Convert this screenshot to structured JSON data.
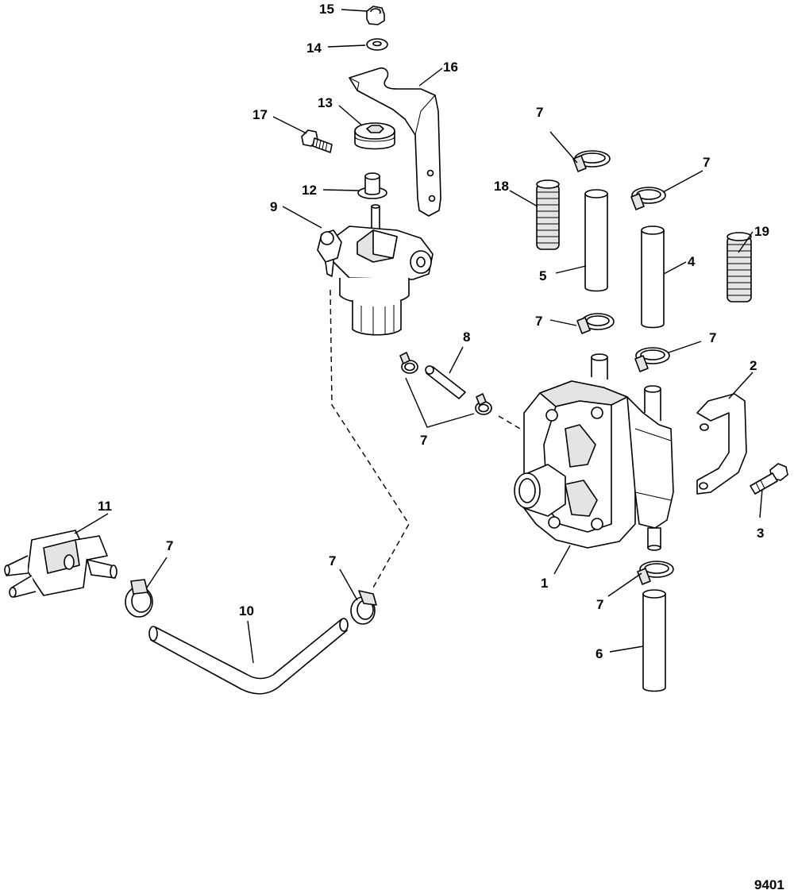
{
  "diagram": {
    "figure_number": "9401",
    "callouts": {
      "c1": "1",
      "c2": "2",
      "c3": "3",
      "c4": "4",
      "c5": "5",
      "c6": "6",
      "c7a": "7",
      "c7b": "7",
      "c7c": "7",
      "c7d": "7",
      "c7e": "7",
      "c7f": "7",
      "c7g": "7",
      "c7h": "7",
      "c8": "8",
      "c9": "9",
      "c10": "10",
      "c11": "11",
      "c12": "12",
      "c13": "13",
      "c14": "14",
      "c15": "15",
      "c16": "16",
      "c17": "17",
      "c18": "18",
      "c19": "19"
    }
  }
}
